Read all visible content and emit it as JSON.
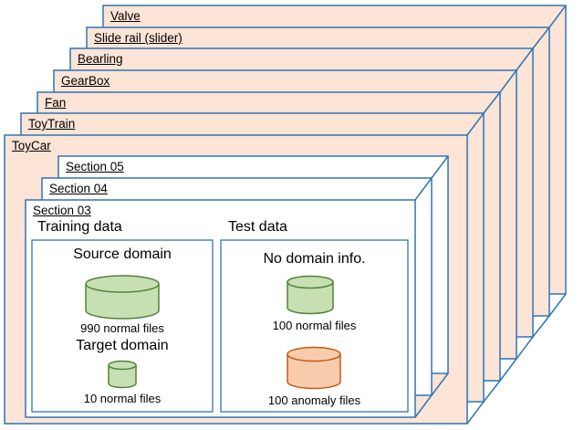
{
  "layers": {
    "items": [
      {
        "label": "Valve"
      },
      {
        "label": "Slide rail (slider)"
      },
      {
        "label": "Bearling"
      },
      {
        "label": "GearBox"
      },
      {
        "label": "Fan"
      },
      {
        "label": "ToyTrain"
      },
      {
        "label": "ToyCar"
      }
    ]
  },
  "sections": {
    "items": [
      {
        "label": "Section 05"
      },
      {
        "label": "Section 04"
      },
      {
        "label": "Section 03"
      }
    ]
  },
  "panels": {
    "training": {
      "heading": "Training data",
      "source": {
        "title": "Source domain",
        "count": "990 normal files"
      },
      "target": {
        "title": "Target domain",
        "count": "10 normal files"
      }
    },
    "test": {
      "heading": "Test data",
      "title": "No domain info.",
      "normal_count": "100 normal files",
      "anomaly_count": "100 anomaly files"
    }
  },
  "colors": {
    "card_fill": "#fce4d6",
    "card_stroke": "#2e75b6",
    "white_fill": "#ffffff",
    "normal_db_fill": "#c6e0b4",
    "normal_db_stroke": "#548235",
    "anomaly_db_fill": "#f8cbad",
    "anomaly_db_stroke": "#c55a11"
  }
}
